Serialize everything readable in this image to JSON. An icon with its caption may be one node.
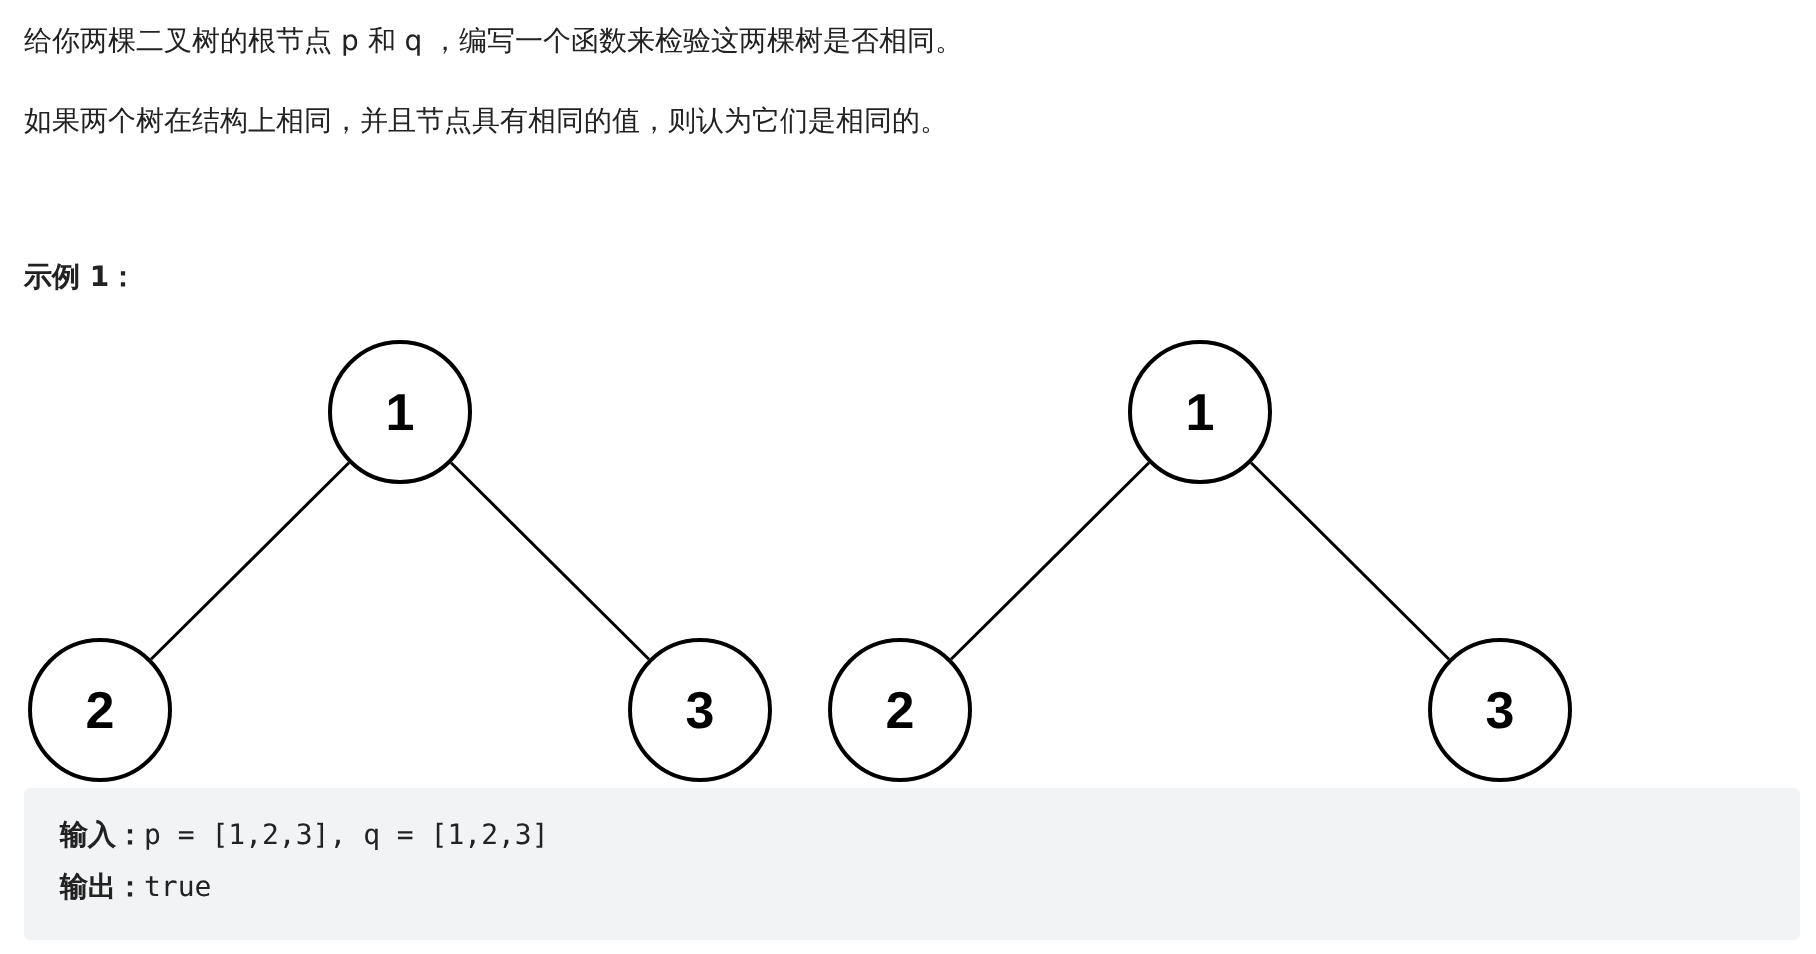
{
  "diagram": {
    "nodes": [
      {
        "text": [
          "1"
        ]
      },
      {
        "text": [
          "2"
        ]
      },
      {
        "text": [
          "3"
        ]
      },
      {
        "text": [
          "1"
        ]
      },
      {
        "text": [
          "2"
        ]
      },
      {
        "text": [
          "3"
        ]
      }
    ],
    "edges": [
      {
        "from": 0,
        "to": 1,
        "arrow": "none"
      },
      {
        "from": 0,
        "to": 2,
        "arrow": "none"
      },
      {
        "from": 3,
        "to": 4,
        "arrow": "none"
      },
      {
        "from": 3,
        "to": 5,
        "arrow": "none"
      }
    ],
    "labels": [
      "给你两棵二叉树的根节点 p 和 q ，编写一个函数来检验这两棵树是否相同。",
      "如果两个树在结构上相同，并且节点具有相同的值，则认为它们是相同的。",
      "示例 1：",
      "**输入：**p = [1,2,3], q = [1,2,3]",
      "**输出：**true"
    ]
  }
}
